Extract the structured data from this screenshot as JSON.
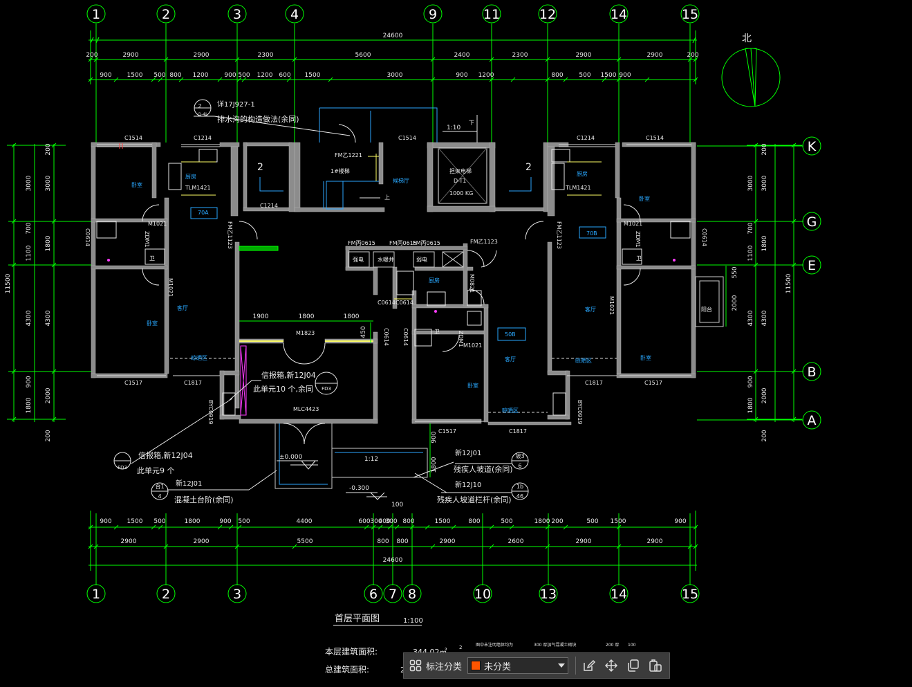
{
  "colors": {
    "background": "#000000",
    "grid": "#00ff00",
    "wall": "#9a9a9a",
    "text_white": "#ffffff",
    "room_label": "#29a8ff",
    "door_white": "#e8e8e8",
    "dim_text": "#e8e8e8",
    "warning_magenta": "#ff3cff",
    "window_yellow": "#ffff66",
    "layer_swatch": "#ff5500"
  },
  "axes": {
    "top": [
      "1",
      "2",
      "3",
      "4",
      "9",
      "11",
      "12",
      "14",
      "15"
    ],
    "bottom": [
      "1",
      "2",
      "3",
      "6",
      "7",
      "8",
      "10",
      "13",
      "14",
      "15"
    ],
    "right": [
      "K",
      "G",
      "E",
      "B",
      "A"
    ]
  },
  "dims": {
    "top_total": "24600",
    "top_row1": [
      "200",
      "2900",
      "2900",
      "2300",
      "5600",
      "2400",
      "2300",
      "2900",
      "2900",
      "200"
    ],
    "top_row2": [
      "900",
      "1500",
      "500",
      "800",
      "1200",
      "900",
      "500",
      "1200",
      "600",
      "1500",
      "3000",
      "900",
      "1200",
      "800",
      "500",
      "1500",
      "900"
    ],
    "bottom_total": "24600",
    "bottom_row1": [
      "2900",
      "2900",
      "5500",
      "800",
      "800",
      "2900",
      "2600",
      "2900",
      "2900"
    ],
    "bottom_row2": [
      "900",
      "1500",
      "500",
      "1800",
      "900",
      "500",
      "4400",
      "600",
      "300",
      "400",
      "300",
      "800",
      "1500",
      "800",
      "500",
      "1800",
      "200",
      "500",
      "1500",
      "900"
    ],
    "left_outer": [
      "200",
      "3000",
      "1800",
      "4300",
      "2000",
      "200"
    ],
    "left_inner": [
      "3000",
      "700",
      "1100",
      "4300",
      "900",
      "1800"
    ],
    "left_total": "11500",
    "right_outer": [
      "200",
      "3000",
      "1800",
      "4300",
      "2000",
      "200"
    ],
    "right_inner": [
      "3000",
      "700",
      "1100",
      "4300",
      "900",
      "1800"
    ],
    "right_total": "11500",
    "balcony_right": [
      "550",
      "2000"
    ],
    "entry": [
      "1900",
      "1800",
      "1800"
    ],
    "entry_small": "450",
    "ramp_dims": [
      "900",
      "1800"
    ],
    "ramp_slope": "1:12",
    "north_label": "北"
  },
  "levels": {
    "zero": "±0.000",
    "minus": "-0.300",
    "bottom_tick": "100",
    "ramp_slope_top": "1:10"
  },
  "windows": {
    "c1514_l": "C1514",
    "c1214_l": "C1214",
    "c1214_m": "C1214",
    "c1514_m": "C1514",
    "c1214_r": "C1214",
    "c1514_r": "C1514",
    "c0614_l": "C0614",
    "c0614_r": "C0614",
    "c1517_bl": "C1517",
    "c1817_bl": "C1817",
    "c1817_br": "C1817",
    "c1517_br": "C1517",
    "c1517_bm": "C1517",
    "c1817_bm": "C1817",
    "c0614_e1": "C0614",
    "c0614_e2": "C0614",
    "c0614_e3": "C0614",
    "c0614_e4": "C0614",
    "byc_l": "BYC0919",
    "byc_r": "BYC0919"
  },
  "doors": {
    "m1021_l1": "M1021",
    "m1021_l2": "M1021",
    "zdm_l": "ZDM1",
    "fm_l": "FM乙1123",
    "m1021_r1": "M1021",
    "m1021_r2": "M1021",
    "zdm_r": "ZDM1",
    "fm_r": "FM乙1123",
    "fm_stair": "FM乙1221",
    "fm_m1": "FM丙0615",
    "fm_m2": "FM丙0615",
    "fm_m3": "FM丙0615",
    "fm_m4": "FM乙1123",
    "m0821": "M0821",
    "zdm_m": "ZDM1",
    "m1021_m": "M1021",
    "tlm_l": "TLM1421",
    "tlm_r": "TLM1421",
    "m1823": "M1823",
    "mlc": "MLC4423"
  },
  "rooms": {
    "l_bed1": "卧室",
    "l_kitchen": "厨房",
    "l_type": "70A",
    "l_bath": "卫",
    "l_living": "客厅",
    "l_bed2": "卧室",
    "l_balcony": "晾晒区",
    "shaft2_l": "2",
    "stair": "1#楼梯",
    "stair_up": "上",
    "stair_down": "下",
    "lobby": "候梯厅",
    "elevator": "担架电梯",
    "elev_model": "D-T1",
    "elev_cap": "1000 KG",
    "shaft2_r": "2",
    "r_kitchen": "厨房",
    "r_type": "70B",
    "r_bed1": "卧室",
    "r_living": "客厅",
    "r_bed2": "卧室",
    "r_balcony": "晾晒区",
    "r_bath": "卫",
    "m_elec": "强电",
    "m_water": "水暖井",
    "m_weak": "弱电",
    "m_kitchen": "厨房",
    "m_bath": "卫",
    "m_type": "50B",
    "m_living": "客厅",
    "m_bed": "卧室",
    "m_balcony": "晾晒区",
    "balcony_ext": "阳台"
  },
  "notes": {
    "n1_ref": "2",
    "n1_sub": "J1-4L",
    "n1_a": "详17J927-1",
    "n1_b": "排水沟的构造做法(余同)",
    "n2_a": "信报箱,新12J04",
    "n2_b": "此单元10 个,余同",
    "n2_tag": "FD3",
    "n3_a": "信报箱,新12J04",
    "n3_b": "此单元9 个",
    "n3_tag": "FD3",
    "n4_ref_top": "台1",
    "n4_ref_bot": "4",
    "n4_a": "新12J01",
    "n4_b": "混凝土台阶(余同)",
    "n5_a": "新12J01",
    "n5_b": "残疾人坡道(余同)",
    "n5_ref_top": "坡3",
    "n5_ref_bot": "6",
    "n6_a": "新12J10",
    "n6_b": "残疾人坡道栏杆(余同)",
    "n6_ref_top": "1b",
    "n6_ref_bot": "46"
  },
  "title": {
    "name": "首层平面图",
    "scale": "1:100",
    "area_label": "本层建筑面积:",
    "area_value": "344.02㎡",
    "area_sup": "2",
    "total_label": "总建筑面积:",
    "total_value": "2",
    "legend_1": "图中未注明墙体均为",
    "legend_2": "300 厚加气混凝土砌块",
    "legend_3": "200 厚",
    "legend_4": "100"
  },
  "toolbar": {
    "label": "标注分类",
    "selected": "未分类",
    "icons": [
      "grid-icon",
      "dropdown-arrow-icon",
      "edit-icon",
      "move-icon",
      "copy-icon",
      "paste-icon"
    ]
  }
}
